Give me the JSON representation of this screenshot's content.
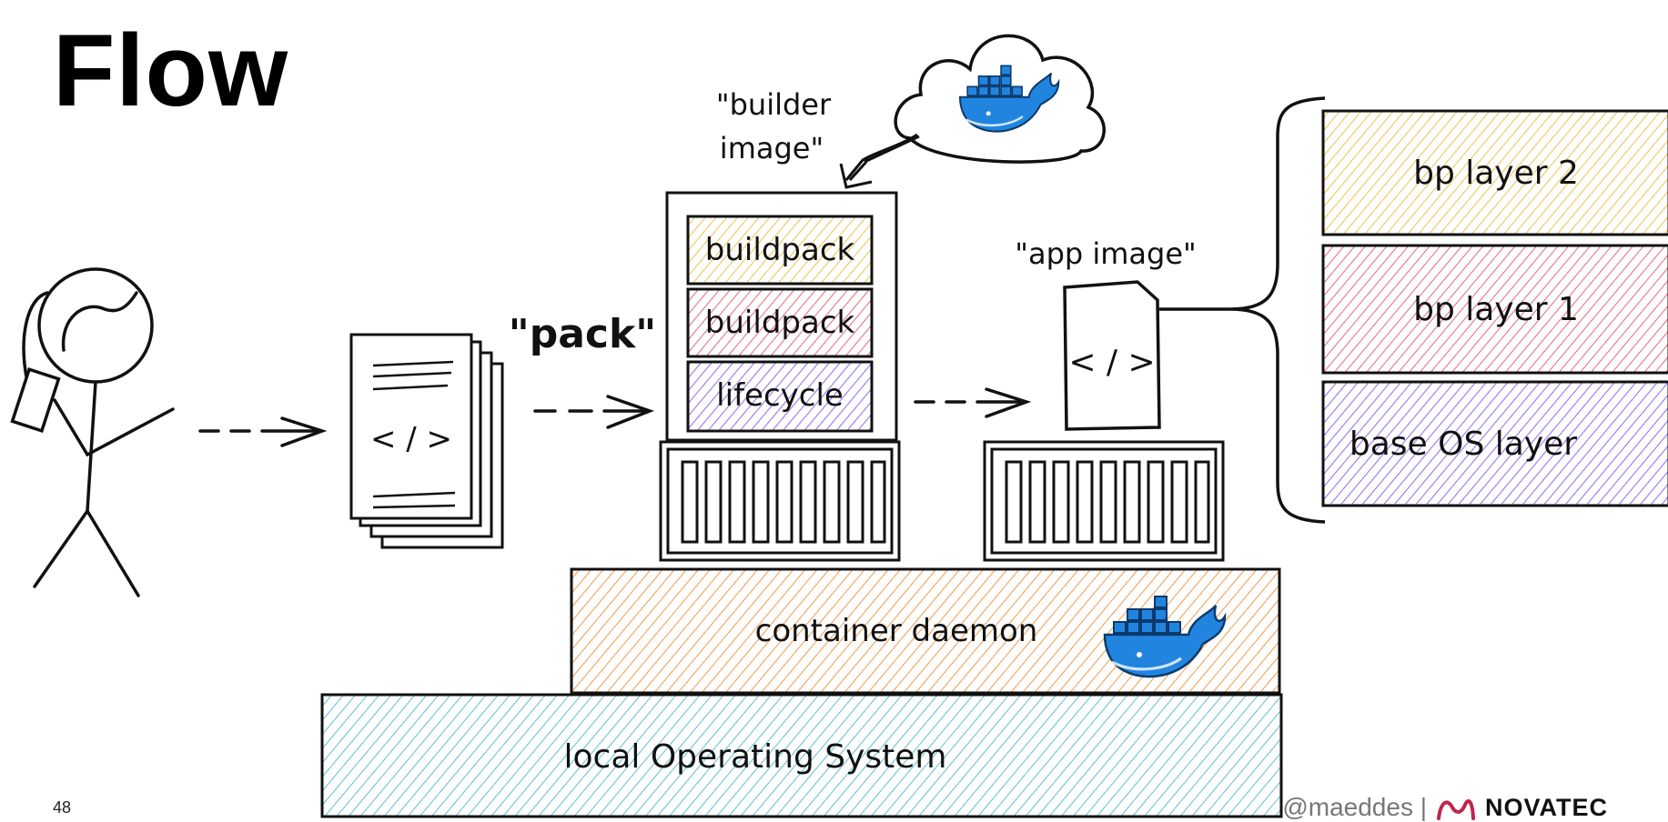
{
  "slide": {
    "title": "Flow",
    "page_number": "48",
    "footer_handle": "@maeddes |",
    "footer_brand": "NOVATEC"
  },
  "labels": {
    "builder_image_line1": "\"builder",
    "builder_image_line2": "image\"",
    "pack": "\"pack\"",
    "app_image": "\"app image\"",
    "source_code_glyph": "< / >",
    "app_code_glyph": "< / >"
  },
  "builder_stack": [
    "buildpack",
    "buildpack",
    "lifecycle"
  ],
  "image_layers": [
    "bp layer 2",
    "bp layer 1",
    "base OS layer"
  ],
  "platform": {
    "daemon": "container daemon",
    "os": "local Operating System"
  },
  "colors": {
    "yellow": "#f2c14e",
    "red": "#e46b7b",
    "purple": "#8f6cf0",
    "orange": "#f29b4b",
    "teal": "#5ec2c9",
    "docker_blue": "#2185e0"
  },
  "icons": [
    "person-icon",
    "source-code-icon",
    "cloud-icon",
    "docker-whale-icon",
    "container-icon"
  ]
}
